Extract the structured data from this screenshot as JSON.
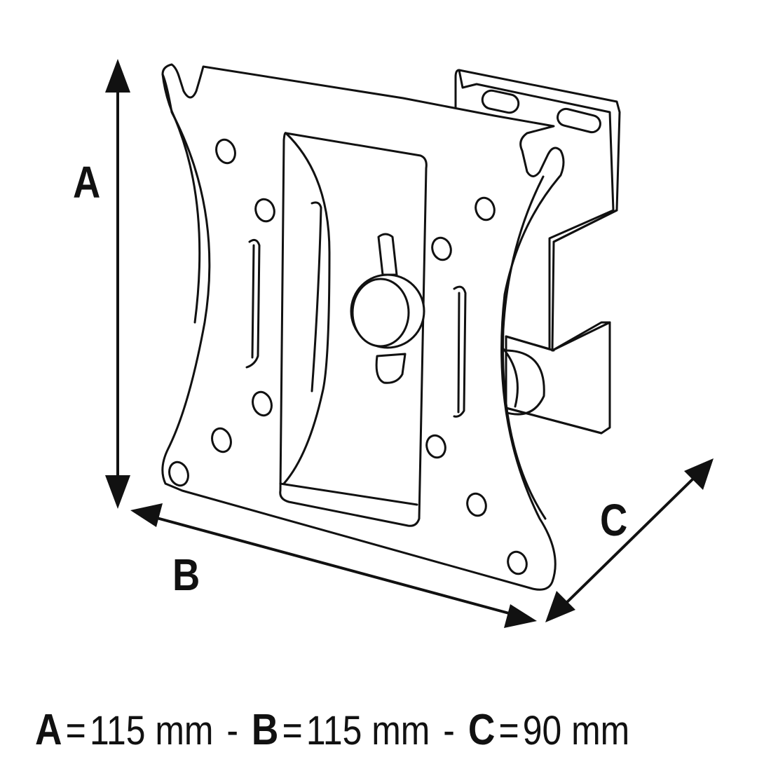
{
  "labels": {
    "a": "A",
    "b": "B",
    "c": "C"
  },
  "dimensions": [
    {
      "key": "A",
      "equals": "=",
      "value": "115 mm"
    },
    {
      "key": "B",
      "equals": "=",
      "value": "115 mm"
    },
    {
      "key": "C",
      "equals": "=",
      "value": "90 mm"
    }
  ],
  "separator": "-",
  "colors": {
    "line": "#111111",
    "fill": "#ffffff"
  }
}
